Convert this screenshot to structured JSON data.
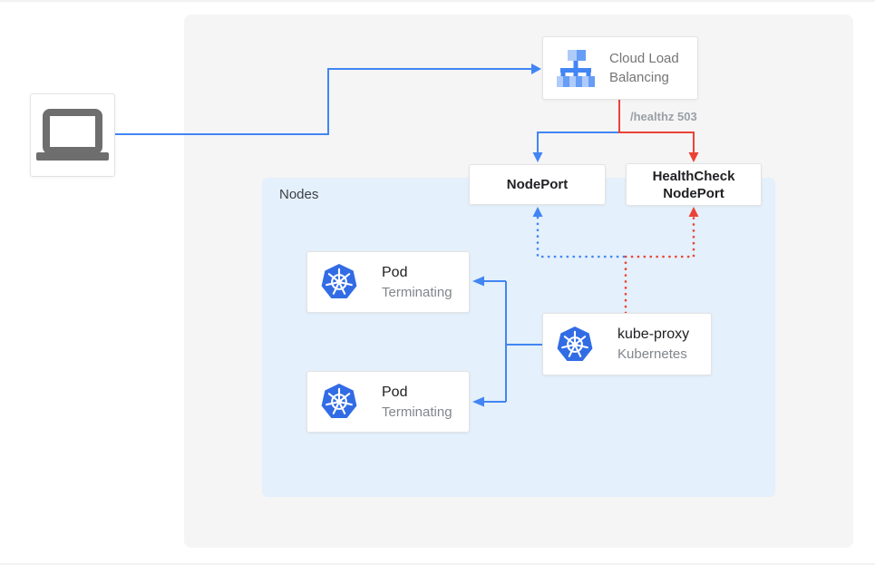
{
  "colors": {
    "accent_blue": "#4285F4",
    "accent_red": "#EA4335",
    "panel_bg": "#F5F5F6",
    "nodes_bg": "#E4F0FB"
  },
  "load_balancer": {
    "label": "Cloud Load\nBalancing"
  },
  "health_check_label": "/healthz 503",
  "node_port": {
    "label": "NodePort"
  },
  "health_check_node_port": {
    "label": "HealthCheck\nNodePort"
  },
  "nodes_group": {
    "label": "Nodes"
  },
  "pods": [
    {
      "title": "Pod",
      "subtitle": "Terminating"
    },
    {
      "title": "Pod",
      "subtitle": "Terminating"
    }
  ],
  "kube_proxy": {
    "title": "kube-proxy",
    "subtitle": "Kubernetes"
  }
}
